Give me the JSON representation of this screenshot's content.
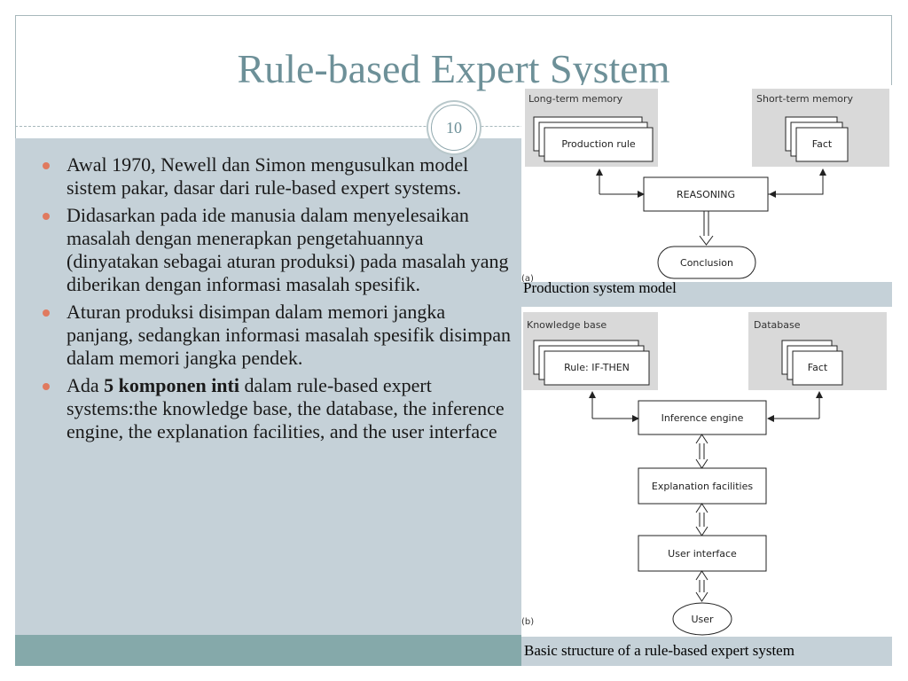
{
  "slide": {
    "title": "Rule-based Expert System",
    "page_number": "10"
  },
  "bullets": [
    {
      "text": "Awal 1970, Newell dan Simon mengusulkan model sistem pakar, dasar dari rule-based expert systems."
    },
    {
      "text": "Didasarkan pada ide manusia dalam menyelesaikan masalah dengan menerapkan pengetahuannya (dinyatakan sebagai aturan produksi) pada masalah yang diberikan dengan informasi masalah spesifik."
    },
    {
      "text": "Aturan produksi disimpan dalam memori jangka panjang, sedangkan informasi masalah spesifik disimpan dalam memori jangka pendek."
    },
    {
      "prefix": "Ada ",
      "bold": "5 komponen inti",
      "suffix": " dalam rule-based expert systems:the knowledge base, the database, the inference engine, the explanation facilities, and the user interface"
    }
  ],
  "diagram_a": {
    "marker": "(a)",
    "long_term_label": "Long-term memory",
    "short_term_label": "Short-term memory",
    "rule_box": "Production rule",
    "fact_box": "Fact",
    "reasoning": "REASONING",
    "conclusion": "Conclusion",
    "caption": "Production system model"
  },
  "diagram_b": {
    "marker": "(b)",
    "kb_label": "Knowledge base",
    "db_label": "Database",
    "rule_box": "Rule: IF-THEN",
    "fact_box": "Fact",
    "inference": "Inference engine",
    "explanation": "Explanation facilities",
    "ui": "User interface",
    "user": "User",
    "caption": "Basic structure of a rule-based expert system"
  },
  "colors": {
    "title": "#6d9098",
    "panel": "#c5d1d8",
    "band": "#85a9aa",
    "bullet": "#e07a5f"
  }
}
